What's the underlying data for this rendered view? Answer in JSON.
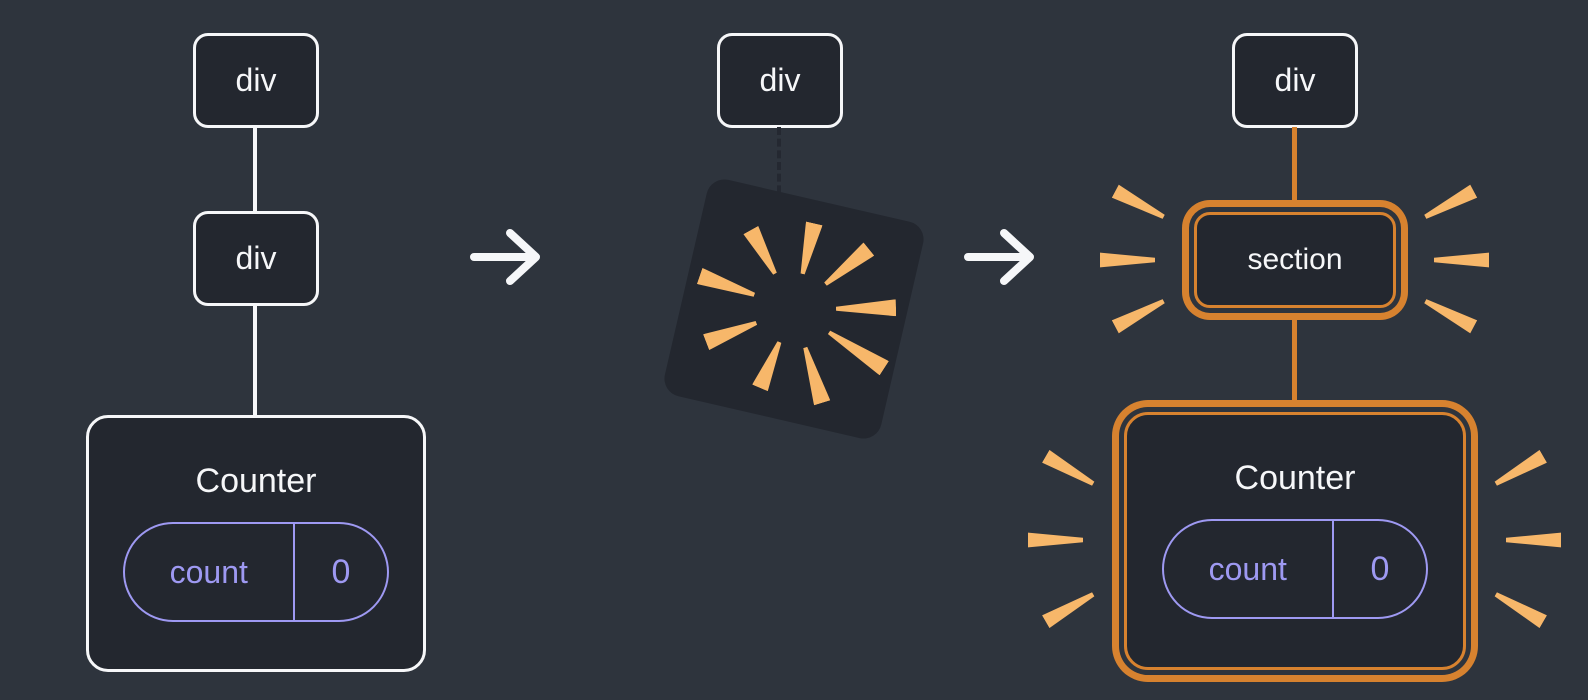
{
  "panels": {
    "before": {
      "root_label": "div",
      "child_label": "div",
      "component_label": "Counter",
      "state_key": "count",
      "state_value": "0"
    },
    "transition": {
      "root_label": "div"
    },
    "after": {
      "root_label": "div",
      "child_label": "section",
      "component_label": "Counter",
      "state_key": "count",
      "state_value": "0"
    }
  },
  "icons": {
    "arrow_right": "→",
    "poof": "burst-of-rays",
    "sparkle": "highlight-dash"
  },
  "colors": {
    "background": "#2e343d",
    "node_fill": "#23272f",
    "node_border": "#f6f7f9",
    "text": "#f6f7f9",
    "accent_purple": "#9e99f2",
    "accent_orange": "#d7822f",
    "sparkle": "#f7b76a",
    "dashed_line": "#242831"
  }
}
